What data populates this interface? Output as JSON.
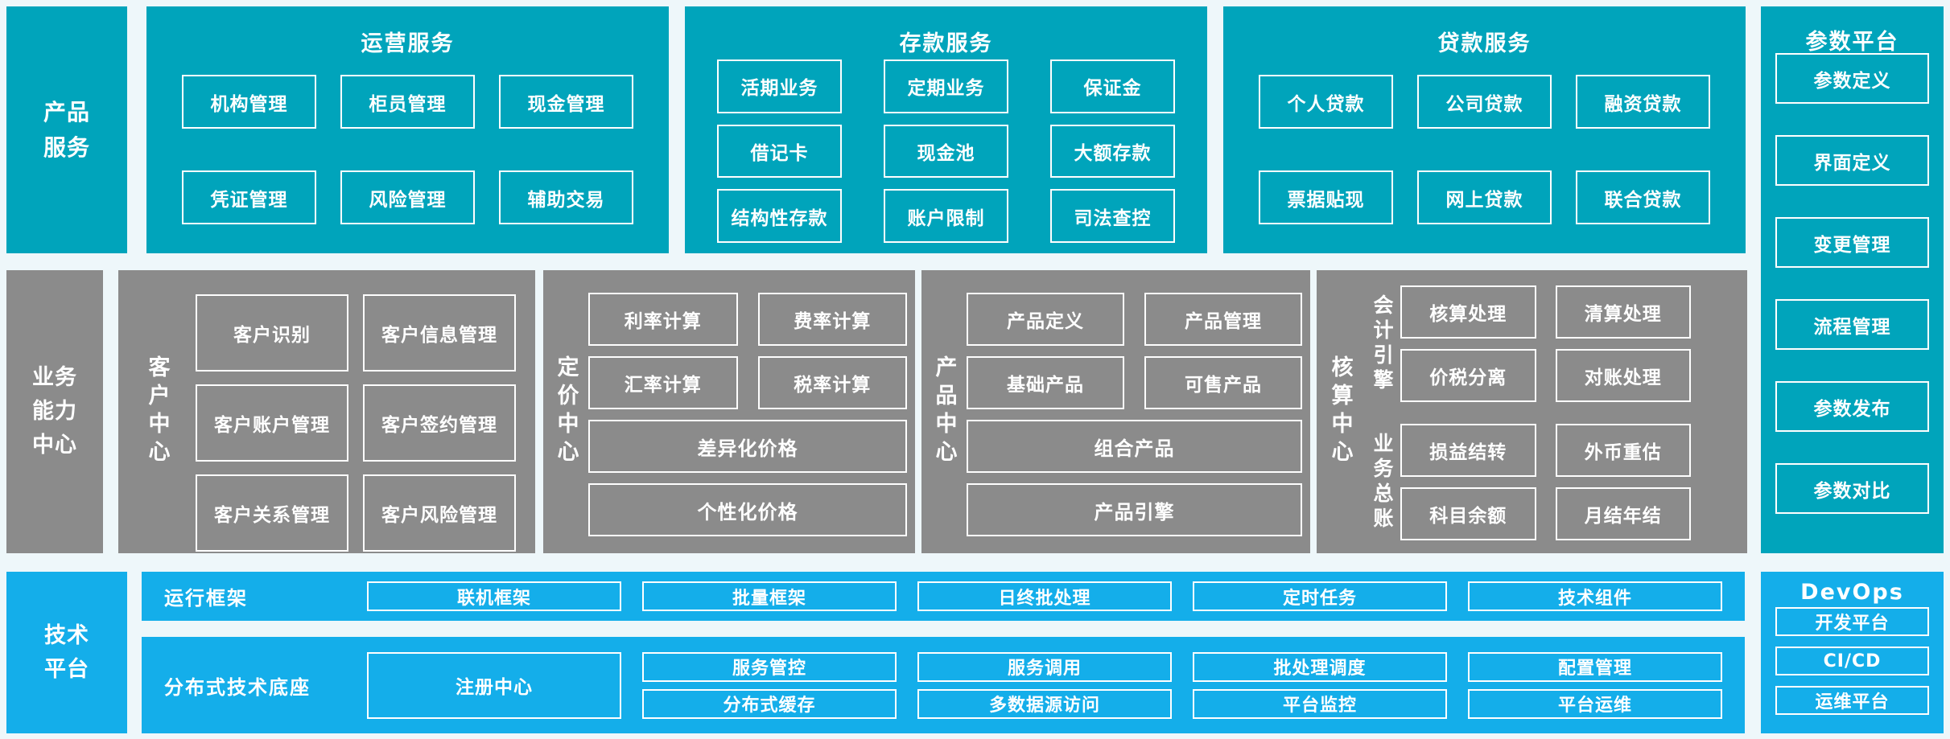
{
  "palette": {
    "teal": "#00a4bb",
    "gray": "#8b8b8b",
    "blue": "#14aeea",
    "background": "#eef7fa",
    "box_border": "#ffffff",
    "text": "#ffffff"
  },
  "top": {
    "sidebar": "产品\n服务",
    "sections": [
      {
        "title": "运营服务",
        "rows": [
          [
            "机构管理",
            "柜员管理",
            "现金管理"
          ],
          [
            "凭证管理",
            "风险管理",
            "辅助交易"
          ]
        ]
      },
      {
        "title": "存款服务",
        "rows": [
          [
            "活期业务",
            "定期业务",
            "保证金"
          ],
          [
            "借记卡",
            "现金池",
            "大额存款"
          ],
          [
            "结构性存款",
            "账户限制",
            "司法查控"
          ]
        ]
      },
      {
        "title": "贷款服务",
        "rows": [
          [
            "个人贷款",
            "公司贷款",
            "融资贷款"
          ],
          [
            "票据贴现",
            "网上贷款",
            "联合贷款"
          ]
        ]
      }
    ]
  },
  "param": {
    "title": "参数平台",
    "items": [
      "参数定义",
      "界面定义",
      "变更管理",
      "流程管理",
      "参数发布",
      "参数对比"
    ]
  },
  "mid": {
    "sidebar": "业务\n能力\n中心",
    "customer": {
      "label": "客户中心",
      "rows": [
        [
          "客户识别",
          "客户信息管理"
        ],
        [
          "客户账户管理",
          "客户签约管理"
        ],
        [
          "客户关系管理",
          "客户风险管理"
        ]
      ]
    },
    "pricing": {
      "label": "定价中心",
      "pairs": [
        [
          "利率计算",
          "费率计算"
        ],
        [
          "汇率计算",
          "税率计算"
        ]
      ],
      "wide": [
        "差异化价格",
        "个性化价格"
      ]
    },
    "product": {
      "label": "产品中心",
      "pairs": [
        [
          "产品定义",
          "产品管理"
        ],
        [
          "基础产品",
          "可售产品"
        ]
      ],
      "wide": [
        "组合产品",
        "产品引擎"
      ]
    },
    "accounting": {
      "label": "核算中心",
      "groups": [
        {
          "label": "会计引擎",
          "rows": [
            [
              "核算处理",
              "清算处理"
            ],
            [
              "价税分离",
              "对账处理"
            ]
          ]
        },
        {
          "label": "业务总账",
          "rows": [
            [
              "损益结转",
              "外币重估"
            ],
            [
              "科目余额",
              "月结年结"
            ]
          ]
        }
      ]
    }
  },
  "tech": {
    "sidebar": "技术\n平台",
    "runtime": {
      "label": "运行框架",
      "items": [
        "联机框架",
        "批量框架",
        "日终批处理",
        "定时任务",
        "技术组件"
      ]
    },
    "base": {
      "label": "分布式技术底座",
      "registry": "注册中心",
      "grid": [
        [
          "服务管控",
          "分布式缓存"
        ],
        [
          "服务调用",
          "多数据源访问"
        ],
        [
          "批处理调度",
          "平台监控"
        ],
        [
          "配置管理",
          "平台运维"
        ]
      ]
    }
  },
  "devops": {
    "title": "DevOps",
    "items": [
      "开发平台",
      "CI/CD",
      "运维平台"
    ]
  }
}
